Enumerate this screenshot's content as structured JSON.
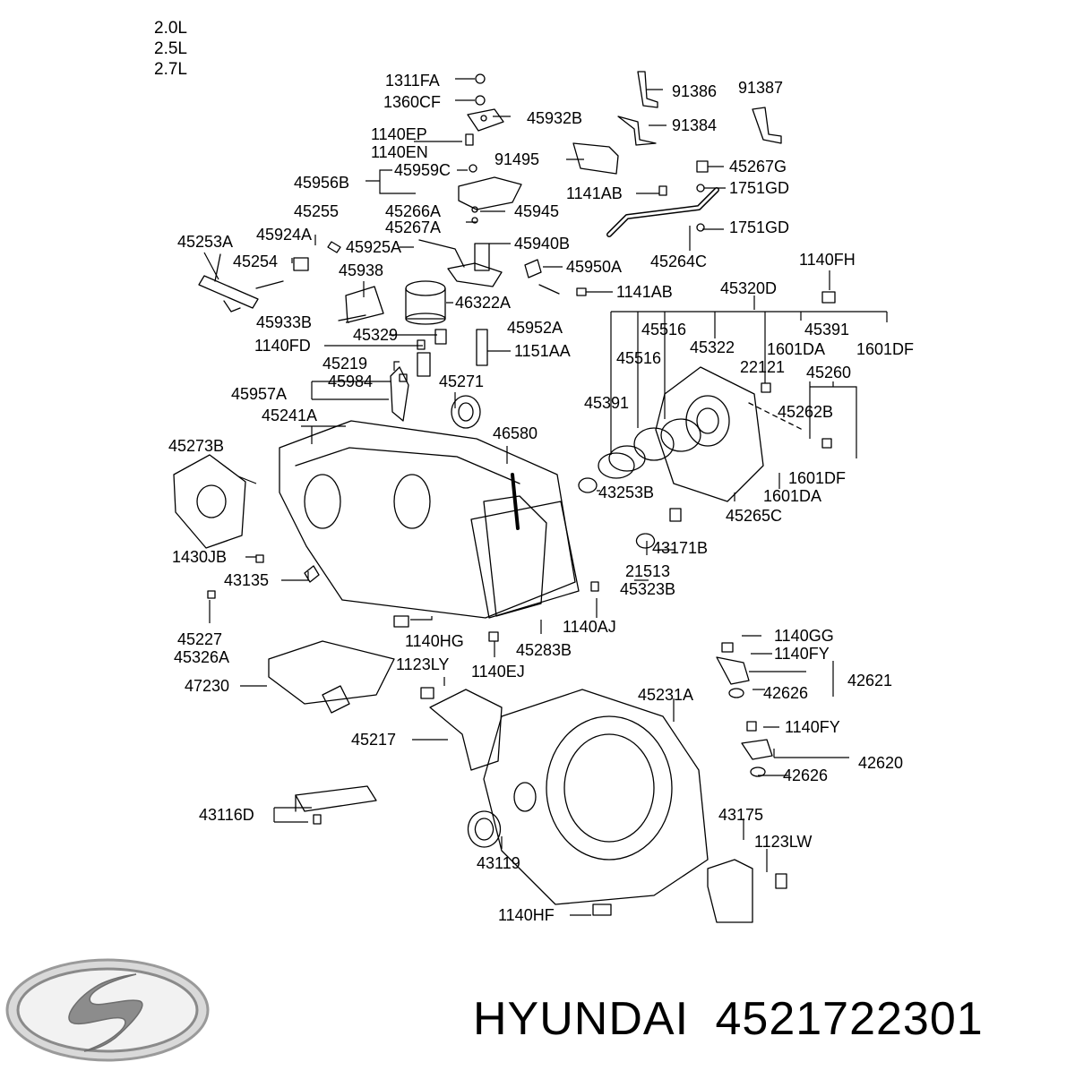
{
  "engine_variants": [
    "2.0L",
    "2.5L",
    "2.7L"
  ],
  "part_labels": [
    "1311FA",
    "1360CF",
    "45932B",
    "1140EP",
    "1140EN",
    "91386",
    "91387",
    "91384",
    "91495",
    "45959C",
    "45956B",
    "45267G",
    "1141AB",
    "1751GD",
    "45266A",
    "45945",
    "45267A",
    "1751GD",
    "45255",
    "45924A",
    "45253A",
    "45925A",
    "45940B",
    "45264C",
    "1140FH",
    "45254",
    "45938",
    "45950A",
    "46322A",
    "1141AB",
    "45320D",
    "45933B",
    "45952A",
    "45516",
    "45391",
    "45329",
    "45322",
    "1601DA",
    "1601DF",
    "1140FD",
    "1151AA",
    "45516",
    "22121",
    "45260",
    "45219",
    "45957A",
    "45984",
    "45271",
    "45391",
    "45262B",
    "45241A",
    "46580",
    "45273B",
    "1601DF",
    "43253B",
    "1601DA",
    "45265C",
    "43171B",
    "1430JB",
    "43135",
    "21513",
    "45323B",
    "1140AJ",
    "45227",
    "45326A",
    "1140HG",
    "45283B",
    "1140EJ",
    "1140GG",
    "1123LY",
    "1140FY",
    "42621",
    "47230",
    "42626",
    "45231A",
    "45217",
    "1140FY",
    "42620",
    "42626",
    "43116D",
    "43175",
    "1123LW",
    "43119",
    "1140HF"
  ],
  "brand": {
    "name": "HYUNDAI",
    "part_number": "4521722301",
    "logo_icon": "hyundai-logo-icon"
  }
}
